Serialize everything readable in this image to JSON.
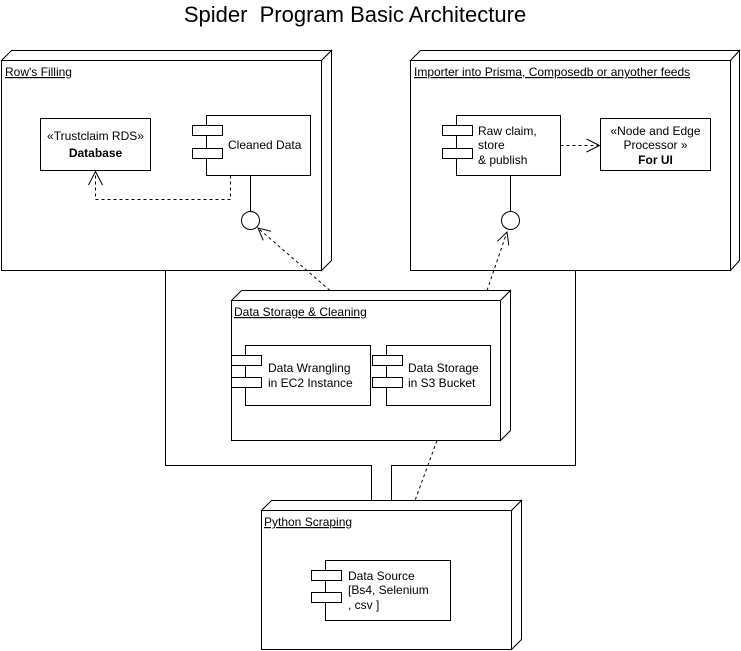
{
  "title": "Spider  Program Basic Architecture",
  "colors": {
    "stroke": "#000000",
    "background": "#ffffff"
  },
  "nodes": {
    "rows_filling": {
      "label": "Row's Filling",
      "database": {
        "stereotype": "«Trustclaim RDS»",
        "name": "Database"
      },
      "cleaned_data": {
        "label": "Cleaned Data"
      }
    },
    "importer": {
      "label": "Importer into Prisma, Composedb or anyother feeds",
      "raw_claim": {
        "lines": [
          "Raw claim,",
          "store",
          "& publish"
        ]
      },
      "processor": {
        "lines": [
          "«Node and Edge",
          "Processor »"
        ],
        "name": "For UI"
      }
    },
    "storage": {
      "label": "Data Storage & Cleaning",
      "wrangling": {
        "lines": [
          "Data Wrangling",
          "in EC2 Instance"
        ]
      },
      "s3": {
        "lines": [
          "Data Storage",
          "in S3 Bucket"
        ]
      }
    },
    "scraping": {
      "label": "Python Scraping",
      "source": {
        "lines": [
          "Data Source",
          "[Bs4, Selenium",
          ", csv ]"
        ]
      }
    }
  }
}
